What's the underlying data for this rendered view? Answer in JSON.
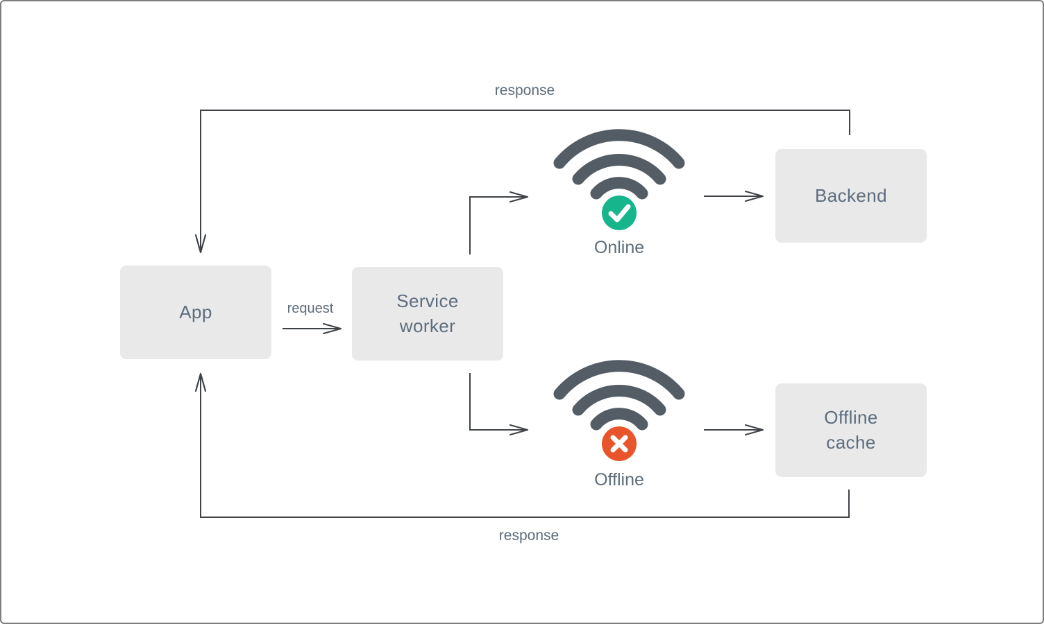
{
  "nodes": {
    "app": "App",
    "service_worker": "Service\nworker",
    "backend": "Backend",
    "offline_cache": "Offline\ncache"
  },
  "labels": {
    "request": "request",
    "response_top": "response",
    "response_bottom": "response",
    "online": "Online",
    "offline": "Offline"
  },
  "icons": {
    "online_status": "wifi-with-check-icon",
    "offline_status": "wifi-with-x-icon"
  },
  "colors": {
    "node_fill": "#e9e9e9",
    "node_text": "#5d6d7e",
    "label_text": "#5d6c7a",
    "line": "#3f4347",
    "wifi": "#545d66",
    "online_badge": "#16b58b",
    "offline_badge": "#e9552a",
    "badge_glyph": "#ffffff",
    "canvas_border": "#7e7e7e",
    "background": "#ffffff"
  }
}
